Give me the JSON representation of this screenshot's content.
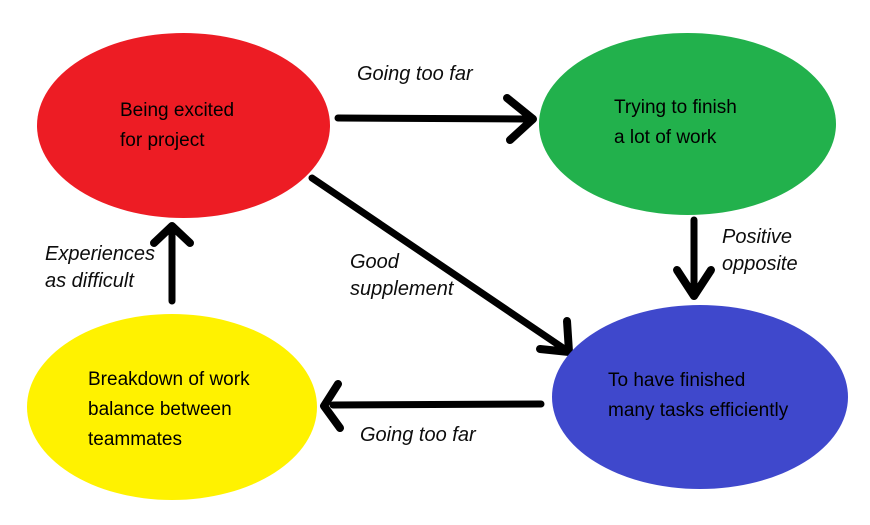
{
  "canvas": {
    "background_color": "#ffffff",
    "ink_color": "#000000"
  },
  "nodes": [
    {
      "id": "being-excited",
      "color": "#ed1c24",
      "lines": [
        "Being excited",
        "for project"
      ]
    },
    {
      "id": "trying-to-finish",
      "color": "#22b14c",
      "lines": [
        "Trying to finish",
        "a lot of work"
      ]
    },
    {
      "id": "breakdown-of-work",
      "color": "#fff200",
      "lines": [
        "Breakdown of work",
        "balance between",
        "teammates"
      ]
    },
    {
      "id": "finished-tasks",
      "color": "#3f48cc",
      "lines": [
        "To have finished",
        "many tasks efficiently"
      ]
    }
  ],
  "edges": [
    {
      "from": "being-excited",
      "to": "trying-to-finish",
      "label_lines": [
        "Going too far"
      ]
    },
    {
      "from": "trying-to-finish",
      "to": "finished-tasks",
      "label_lines": [
        "Positive",
        "opposite"
      ]
    },
    {
      "from": "being-excited",
      "to": "finished-tasks",
      "label_lines": [
        "Good",
        "supplement"
      ]
    },
    {
      "from": "finished-tasks",
      "to": "breakdown-of-work",
      "label_lines": [
        "Going too far"
      ]
    },
    {
      "from": "breakdown-of-work",
      "to": "being-excited",
      "label_lines": [
        "Experiences",
        "as difficult"
      ]
    }
  ]
}
